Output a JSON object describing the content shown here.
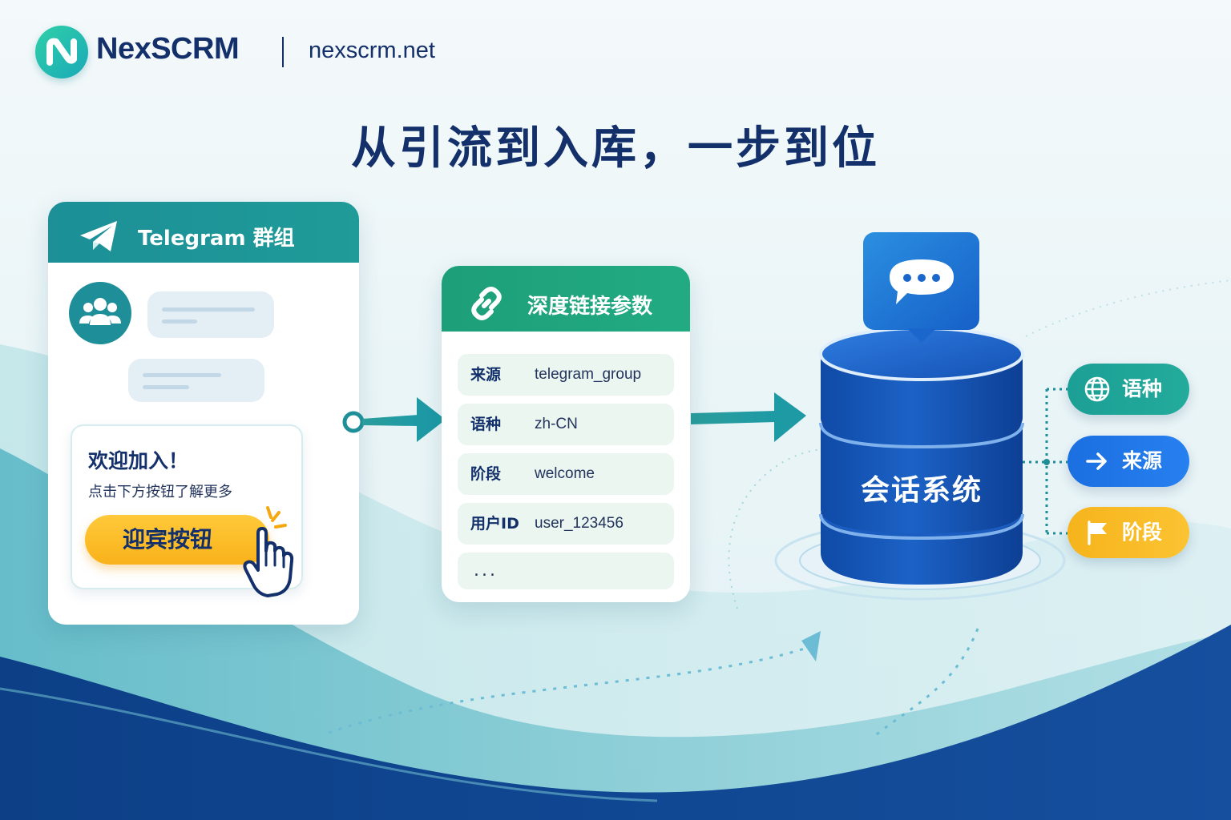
{
  "header": {
    "brand": "NexSCRM",
    "url": "nexscrm.net"
  },
  "headline": "从引流到入库，一步到位",
  "telegram_card": {
    "title": "Telegram 群组",
    "icon": "telegram-plane-icon",
    "welcome_title": "欢迎加入！",
    "welcome_subtitle": "点击下方按钮了解更多",
    "welcome_button": "迎宾按钮"
  },
  "deep_link_card": {
    "title": "深度链接参数",
    "icon": "link-icon",
    "params": [
      {
        "key": "来源",
        "value": "telegram_group"
      },
      {
        "key": "语种",
        "value": "zh-CN"
      },
      {
        "key": "阶段",
        "value": "welcome"
      },
      {
        "key": "用户ID",
        "value": "user_123456"
      }
    ],
    "more": "..."
  },
  "database": {
    "label": "会话系统",
    "icon": "chat-bubble-icon"
  },
  "tags": [
    {
      "label": "语种",
      "icon": "globe-icon",
      "color": "#1ea39a"
    },
    {
      "label": "来源",
      "icon": "arrow-right-icon",
      "color": "#1f75e8"
    },
    {
      "label": "阶段",
      "icon": "flag-icon",
      "color": "#f8bb26"
    }
  ],
  "colors": {
    "navy": "#13306b",
    "teal": "#1e8f98",
    "green": "#1fa77f",
    "blue": "#1b5fc8",
    "yellow": "#f9b21a"
  }
}
